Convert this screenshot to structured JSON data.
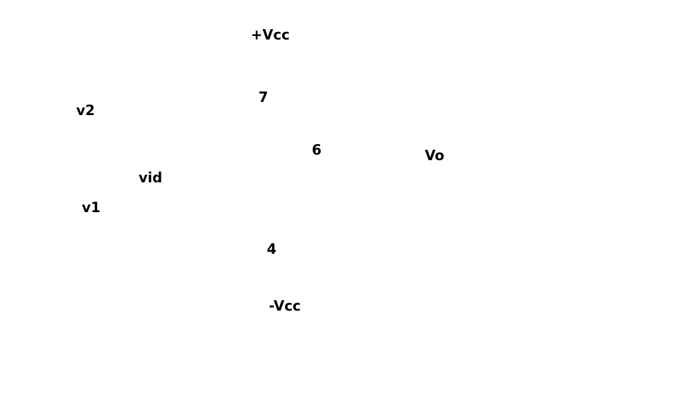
{
  "diagram": {
    "supply_positive": "+Vcc",
    "supply_negative": "-Vcc",
    "input_inverting": "v2",
    "input_noninverting": "v1",
    "differential_input": "vid",
    "output": "Vo",
    "pins": {
      "positive_supply_pin": "7",
      "output_pin": "6",
      "negative_supply_pin": "4"
    }
  }
}
